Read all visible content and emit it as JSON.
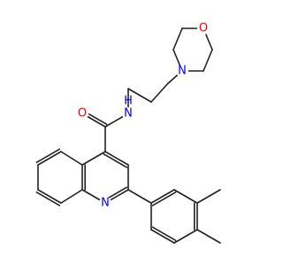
{
  "molecule": {
    "atoms": [
      {
        "id": "O",
        "label": "O",
        "color": "#ff0000"
      },
      {
        "id": "N1",
        "label": "N",
        "color": "#0000ff"
      },
      {
        "id": "NH",
        "label": "H",
        "color": "#0000ff"
      },
      {
        "id": "NA",
        "label": "N",
        "color": "#0000ff"
      },
      {
        "id": "Nq",
        "label": "N",
        "color": "#0000ff"
      },
      {
        "id": "Oc",
        "label": "O",
        "color": "#ff0000"
      }
    ],
    "bond_color": "#222222"
  }
}
